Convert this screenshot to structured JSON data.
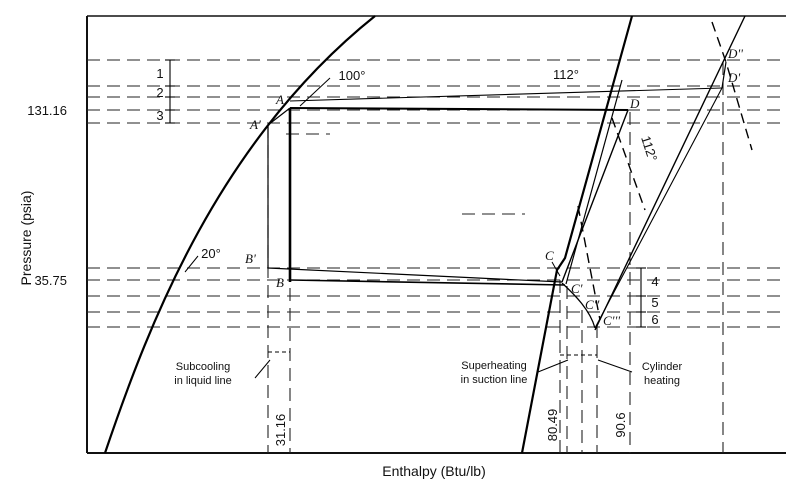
{
  "axes": {
    "x_label": "Enthalpy (Btu/lb)",
    "y_label": "Pressure (psia)",
    "y_ticks": [
      "131.16",
      "35.75"
    ],
    "x_ticks": [
      "31.16",
      "80.49",
      "90.6"
    ]
  },
  "temperatures": {
    "t100": "100°",
    "t112a": "112°",
    "t112b": "112°",
    "t20": "20°"
  },
  "points": {
    "A": "A",
    "A_prime": "A'",
    "B": "B",
    "B_prime": "B'",
    "C": "C",
    "C_prime": "C'",
    "C_dprime": "C''",
    "C_tprime": "C'''",
    "D": "D",
    "D_prime": "D'",
    "D_dprime": "D''"
  },
  "brackets": [
    "1",
    "2",
    "3",
    "4",
    "5",
    "6"
  ],
  "annotations": {
    "subcooling_1": "Subcooling",
    "subcooling_2": "in liquid line",
    "superheat_1": "Superheating",
    "superheat_2": "in suction line",
    "cylinder_1": "Cylinder",
    "cylinder_2": "heating"
  }
}
